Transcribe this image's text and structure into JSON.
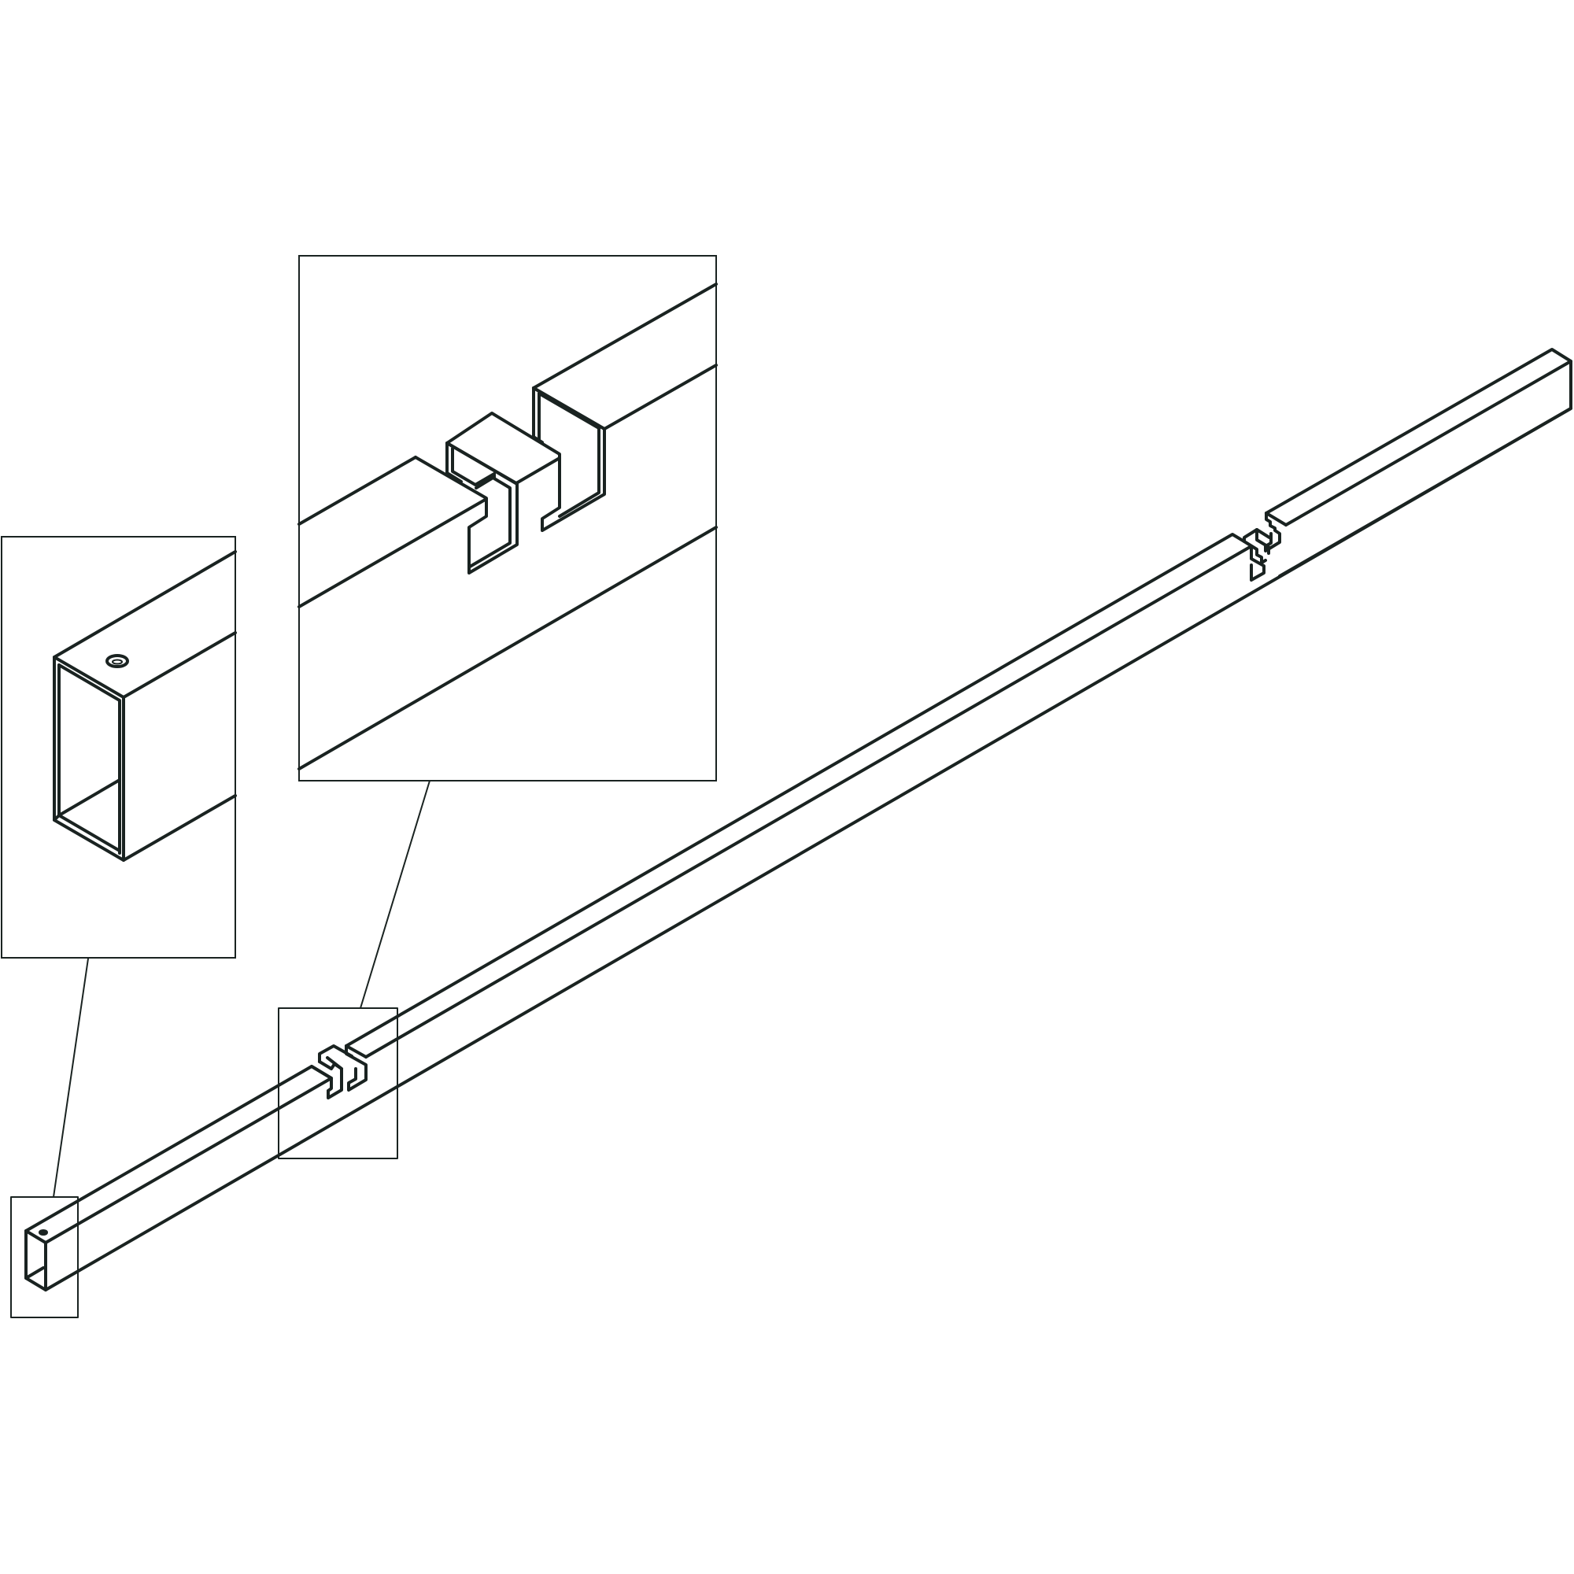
{
  "diagram": {
    "type": "technical-line-drawing",
    "subject": "",
    "ink_color": "#1a2321",
    "background_color": "#ffffff",
    "elements": [
      "long-square-tube-rail",
      "joint-connector-near-end",
      "joint-connector-far-end",
      "end-cap-with-hole",
      "detail-callout-joint",
      "detail-callout-end"
    ],
    "labels": []
  }
}
